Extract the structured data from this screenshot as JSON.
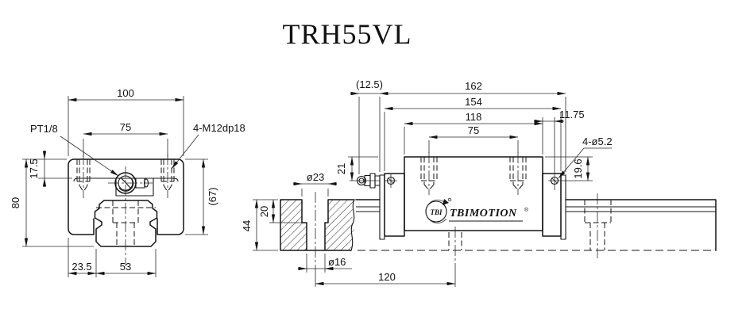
{
  "title": "TRH55VL",
  "brand": {
    "monogram": "TBI",
    "wordmark": "TBIMOTION",
    "registered": "®"
  },
  "front_view": {
    "width_top": "100",
    "hole_pitch": "75",
    "grease_port": "PT1/8",
    "mount_holes": "4-M12dp18",
    "top_step": "17.5",
    "total_height": "80",
    "block_height": "(67)",
    "rail_offset": "23.5",
    "rail_width": "53"
  },
  "side_view": {
    "grease_ref": "(12.5)",
    "total_length": "162",
    "outer_length": "154",
    "body_length": "118",
    "hole_pitch": "75",
    "screw_offset": "11.75",
    "end_screws": "4-ø5.2",
    "nipple_height": "21",
    "screw_height": "19.6",
    "counterbore_dia": "ø23",
    "counterbore_depth": "20",
    "rail_height": "44",
    "bore_dia": "ø16",
    "hole_spacing": "120"
  }
}
